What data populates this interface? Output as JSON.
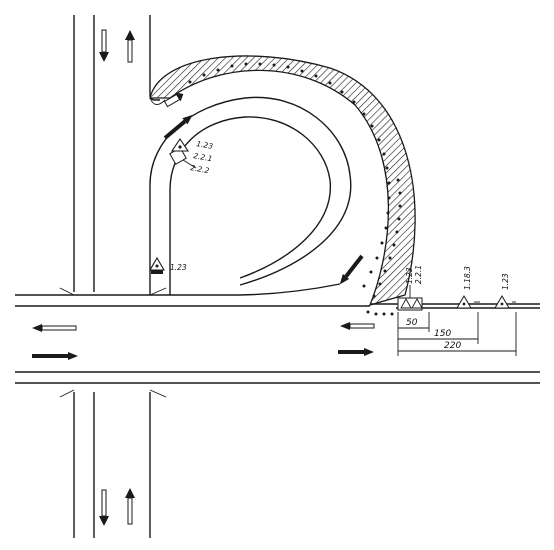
{
  "signs": {
    "loop_entry": [
      "1.23",
      "2.2.1",
      "2.2.2"
    ],
    "left_branch": "1.23",
    "right_pair": [
      "1.23",
      "2.2.1"
    ],
    "mid": "1.18.3",
    "far": "1.23"
  },
  "dimensions": {
    "d50": "50",
    "d150": "150",
    "d220": "220"
  },
  "colors": {
    "ink": "#1a1a1a",
    "paper": "#ffffff"
  }
}
